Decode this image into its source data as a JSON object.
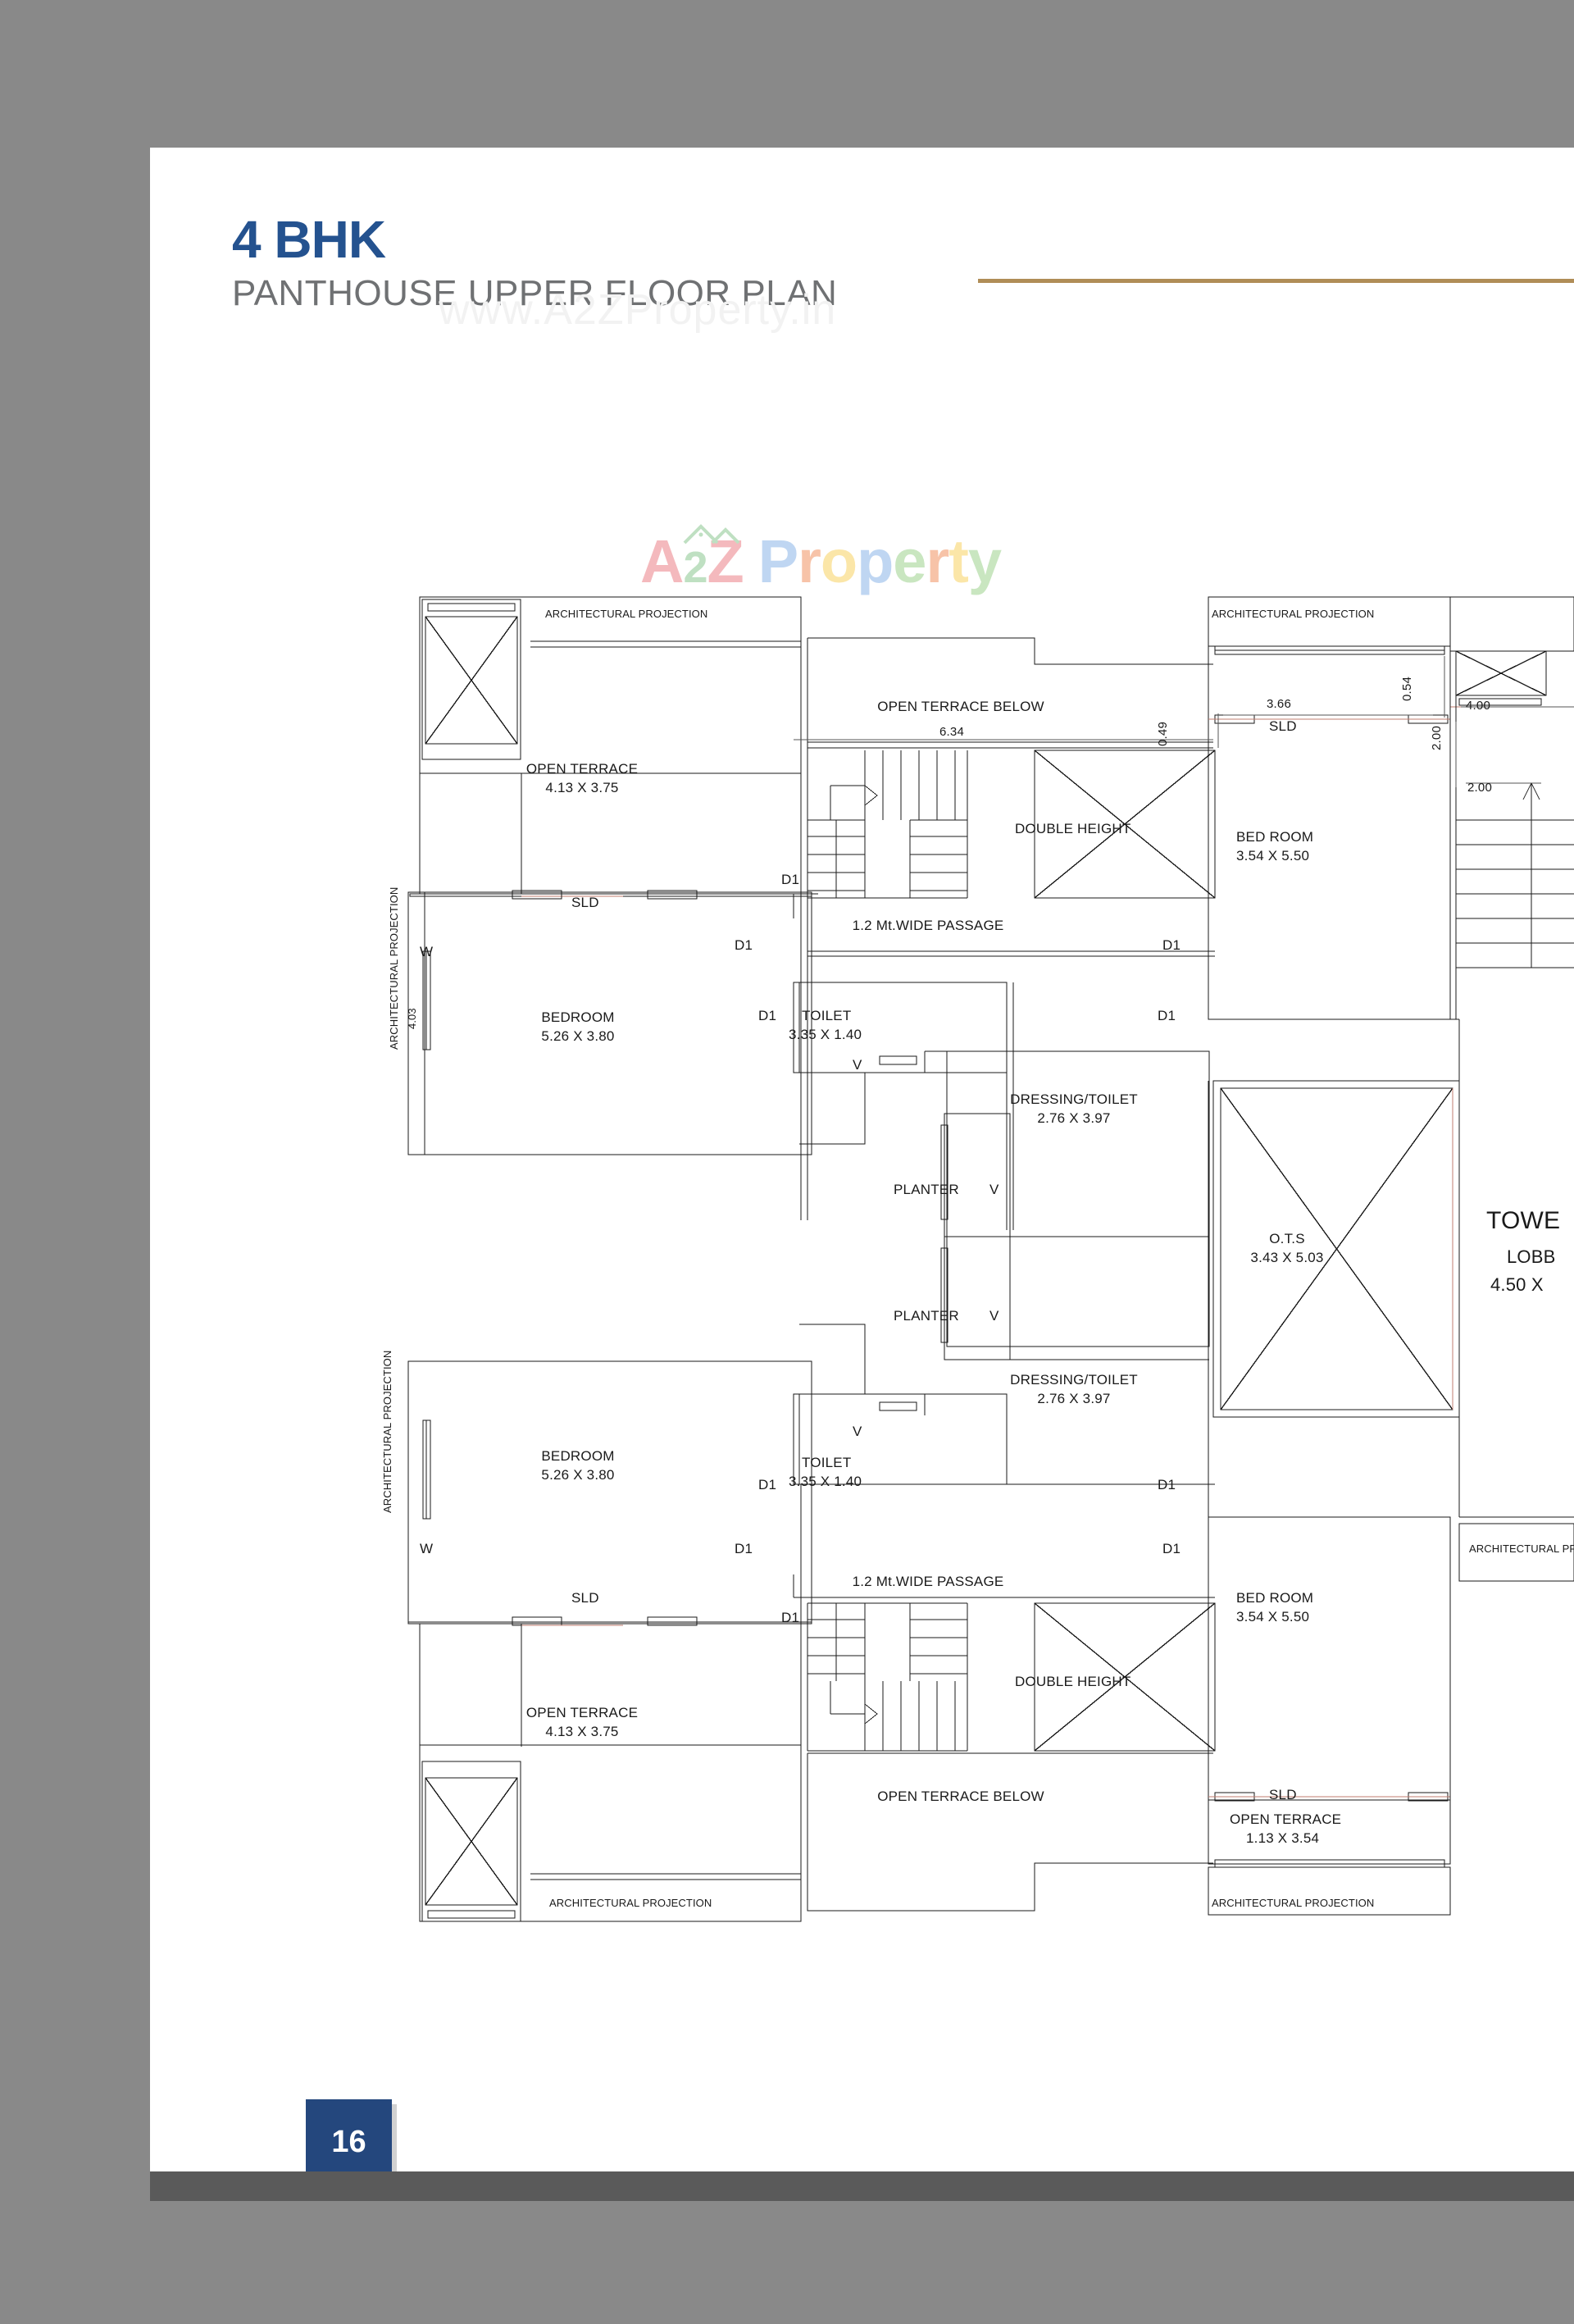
{
  "header": {
    "title": "4 BHK",
    "subtitle": "PANTHOUSE UPPER FLOOR PLAN",
    "url_watermark": "www.A2ZProperty.in",
    "accent_gold": "#b08d57",
    "title_color": "#24528f",
    "subtitle_color": "#6f7173"
  },
  "watermark_logo": {
    "a": "A",
    "two": "2",
    "z": "Z",
    "p1": "P",
    "r1": "r",
    "o1": "o",
    "p2": "p",
    "e1": "e",
    "r2": "r",
    "t1": "t",
    "y1": "y"
  },
  "page_number": "16",
  "floor_plan": {
    "rooms": [
      {
        "name": "OPEN TERRACE",
        "dims": "4.13 X 3.75"
      },
      {
        "name": "BEDROOM",
        "dims": "5.26 X 3.80"
      },
      {
        "name": "TOILET",
        "dims": "3.35 X 1.40"
      },
      {
        "name": "DRESSING/TOILET",
        "dims": "2.76 X 3.97"
      },
      {
        "name": "BED ROOM",
        "dims": "3.54 X 5.50"
      },
      {
        "name": "O.T.S",
        "dims": "3.43 X 5.03"
      },
      {
        "name": "TOWER LOBBY",
        "dims": "4.50 X"
      },
      {
        "name": "OPEN TERRACE",
        "dims": "1.13 X 3.54"
      }
    ],
    "labels": {
      "arch_projection": "ARCHITECTURAL PROJECTION",
      "open_terrace": "OPEN TERRACE",
      "open_terrace_dims": "4.13 X 3.75",
      "open_terrace_below": "OPEN  TERRACE BELOW",
      "double_height": "DOUBLE HEIGHT",
      "passage": "1.2 Mt.WIDE PASSAGE",
      "bedroom": "BEDROOM",
      "bedroom_dims": "5.26 X 3.80",
      "toilet": "TOILET",
      "toilet_dims": "3.35 X 1.40",
      "dressing_toilet": "DRESSING/TOILET",
      "dressing_toilet_dims": "2.76 X 3.97",
      "planter": "PLANTER",
      "bed_room": "BED ROOM",
      "bed_room_dims": "3.54 X 5.50",
      "ots": "O.T.S",
      "ots_dims": "3.43 X 5.03",
      "tower": "TOWE",
      "lobby": "LOBB",
      "lobby_dims": "4.50 X",
      "open_terrace2": "OPEN TERRACE",
      "open_terrace2_dims": "1.13 X 3.54",
      "sld": "SLD",
      "d1": "D1",
      "w": "W",
      "v": "V"
    },
    "dimensions": {
      "d634": "6.34",
      "d049": "0.49",
      "d366": "3.66",
      "d054": "0.54",
      "d200": "2.00",
      "d400": "4.00",
      "d403": "4.03"
    }
  }
}
